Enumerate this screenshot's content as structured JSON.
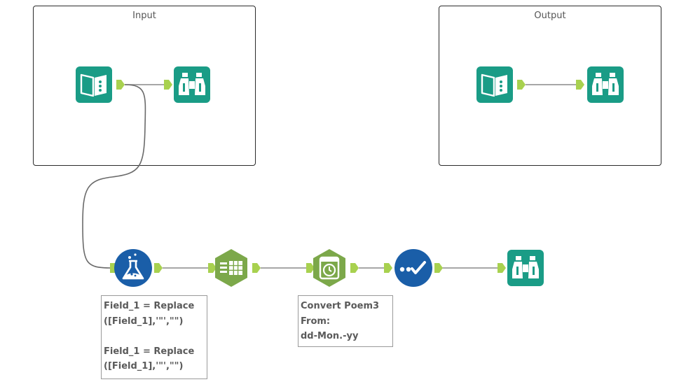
{
  "containers": [
    {
      "title": "Input"
    },
    {
      "title": "Output"
    }
  ],
  "tools": [
    {
      "name": "input-data-tool",
      "icon": "book-icon",
      "color": "#1a9c86"
    },
    {
      "name": "browse-tool-input",
      "icon": "binoculars-icon",
      "color": "#1a9c86"
    },
    {
      "name": "output-data-tool",
      "icon": "book-icon",
      "color": "#1a9c86"
    },
    {
      "name": "browse-tool-output",
      "icon": "binoculars-icon",
      "color": "#1a9c86"
    },
    {
      "name": "formula-tool",
      "icon": "flask-icon",
      "color": "#1a5ea8"
    },
    {
      "name": "text-to-columns-tool",
      "icon": "table-columns-icon",
      "color": "#7ca84a"
    },
    {
      "name": "datetime-tool",
      "icon": "clock-calendar-icon",
      "color": "#7ca84a"
    },
    {
      "name": "select-tool",
      "icon": "checkmark-dots-icon",
      "color": "#1a5ea8"
    },
    {
      "name": "browse-tool-final",
      "icon": "binoculars-icon",
      "color": "#1a9c86"
    }
  ],
  "annotations": {
    "formula": "Field_1 = Replace\n([Field_1],'\"',\"\")\n\nField_1 = Replace\n([Field_1],'\"',\"\")",
    "datetime": "Convert Poem3\nFrom:\ndd-Mon.-yy"
  },
  "colors": {
    "anchor": "#a8d14f",
    "connector": "#8a8a8a",
    "teal": "#1a9c86",
    "blue": "#1a5ea8",
    "green": "#7ca84a"
  }
}
